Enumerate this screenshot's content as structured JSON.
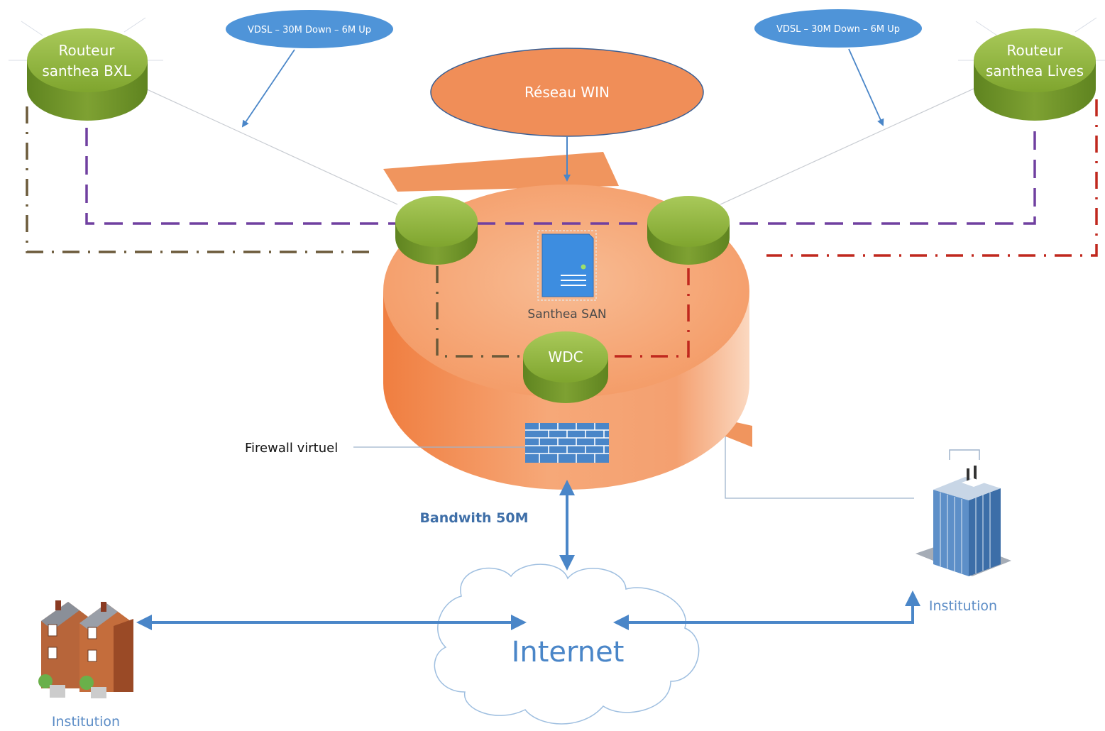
{
  "diagram": {
    "nodes": {
      "router_bxl": {
        "line1": "Routeur",
        "line2": "santhea BXL"
      },
      "router_lives": {
        "line1": "Routeur",
        "line2": "santhea Lives"
      },
      "reseau_win": {
        "label": "Réseau WIN"
      },
      "vdsl_left": {
        "label": "VDSL – 30M Down – 6M Up"
      },
      "vdsl_right": {
        "label": "VDSL – 30M Down – 6M Up"
      },
      "san": {
        "label": "Santhea SAN"
      },
      "wdc": {
        "label": "WDC"
      },
      "firewall": {
        "label": "Firewall virtuel"
      },
      "bandwidth": {
        "label": "Bandwith 50M"
      },
      "internet": {
        "label": "Internet"
      },
      "institution_left": {
        "label": "Institution"
      },
      "institution_right": {
        "label": "Institution"
      }
    },
    "colors": {
      "green": "#8db33a",
      "green_dark": "#6b9020",
      "orange": "#f0955e",
      "orange_light": "#f6b38a",
      "blue_arrow": "#4a86c8",
      "blue_bubble": "#4f94d8",
      "purple_link": "#7040a0",
      "brown_link": "#6b5a3a",
      "red_link": "#c0281e",
      "text_blue": "#3f6fa8"
    }
  }
}
